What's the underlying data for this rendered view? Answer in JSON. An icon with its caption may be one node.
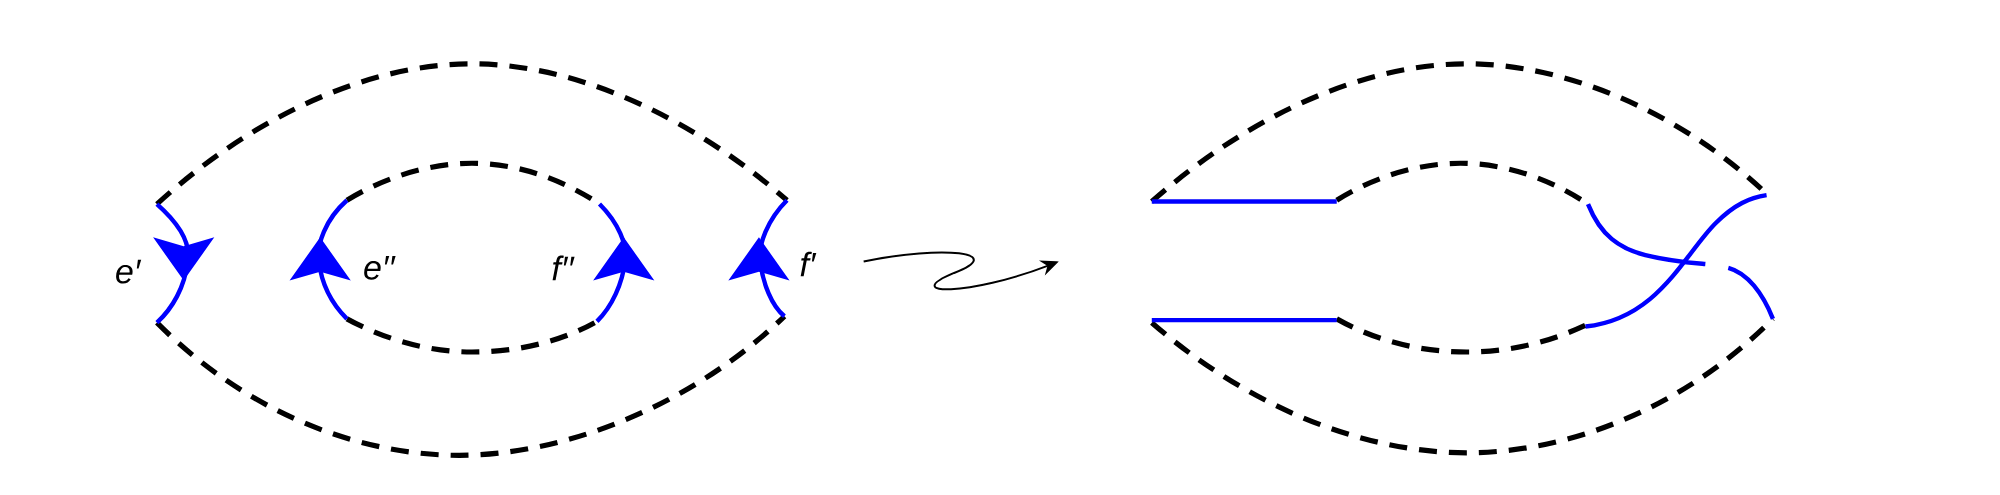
{
  "diagram": {
    "nodes": [
      {
        "text": [],
        "shape": "picture"
      },
      {
        "text": [],
        "shape": "picture"
      }
    ],
    "edges": [
      {
        "from": 0,
        "to": 1,
        "arrow": "to"
      }
    ],
    "labels": [
      "e′",
      "e′′",
      "f′′",
      "f′"
    ]
  }
}
